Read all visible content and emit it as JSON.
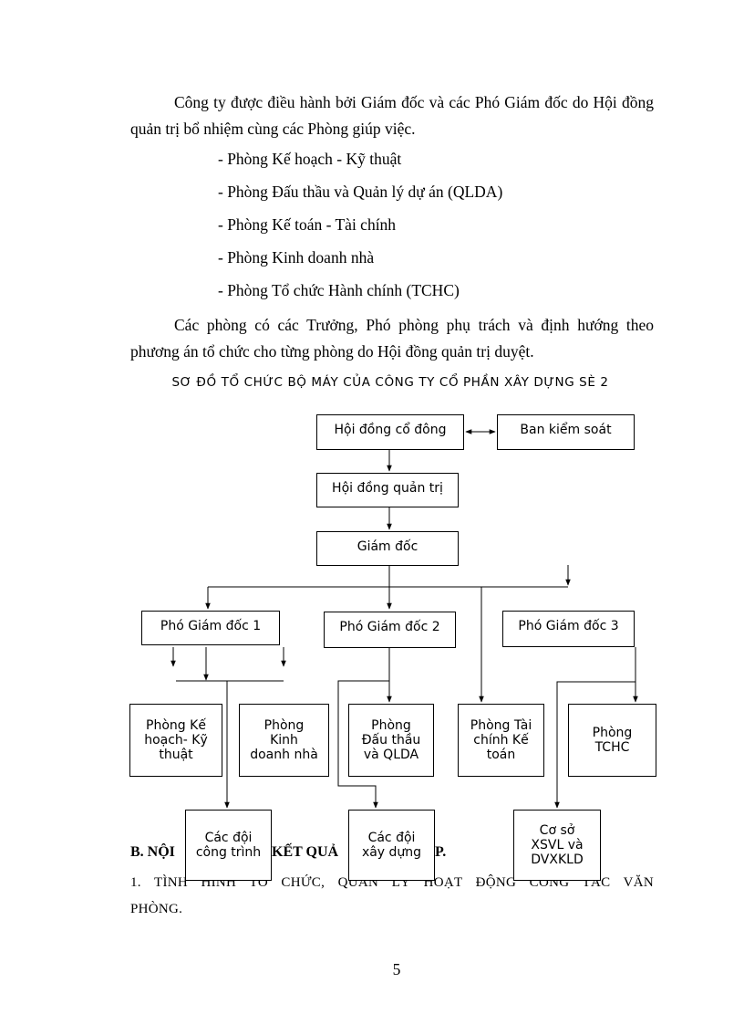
{
  "intro": {
    "p1": "Công ty được điều hành bởi Giám đốc và các Phó Giám đốc do Hội đồng quản trị bổ nhiệm cùng các Phòng giúp việc.",
    "items": [
      "- Phòng Kế hoạch - Kỹ thuật",
      "- Phòng Đấu thầu và Quản lý dự án (QLDA)",
      "- Phòng Kế toán - Tài chính",
      "- Phòng Kinh doanh nhà",
      "- Phòng Tổ chức Hành chính (TCHC)"
    ],
    "p2": "Các phòng có các Trưởng, Phó phòng phụ trách và định hướng theo phương án tổ chức cho từng phòng do Hội đồng quản trị duyệt."
  },
  "chart": {
    "title": "SƠ ĐỒ TỔ CHỨC BỘ MÁY CỦA CÔNG TY CỔ PHẦN XÂY DỰNG SÈ 2",
    "nodes": {
      "hdcd": "Hội đồng cổ đông",
      "bks": "Ban kiểm soát",
      "hdqt": "Hội đồng quản trị",
      "gd": "Giám đốc",
      "pgd1": "Phó Giám đốc 1",
      "pgd2": "Phó Giám đốc 2",
      "pgd3": "Phó Giám đốc 3",
      "p_khkt": "Phòng Kế\nhoạch- Kỹ\nthuật",
      "p_kdn": "Phòng\nKinh\ndoanh nhà",
      "p_dt": "Phòng\nĐấu thầu\nvà QLDA",
      "p_tckt": "Phòng Tài\nchính Kế\ntoán",
      "p_tchc": "Phòng\nTCHC",
      "doi_ct": "Các đội\ncông trình",
      "doi_xd": "Các đội\nxây dựng",
      "coso": "Cơ sở\nXSVL và\nDVXKLD"
    }
  },
  "section": {
    "heading_left": "B. NỘI",
    "heading_right": "KẾT QUẢ",
    "heading_end": "P.",
    "sub_line1": "1. TÌNH HÌNH TỔ CHỨC, QUẢN LÝ HOẠT ĐỘNG CÔNG TÁC VĂN",
    "sub_line2": "PHÒNG."
  },
  "page_number": "5"
}
